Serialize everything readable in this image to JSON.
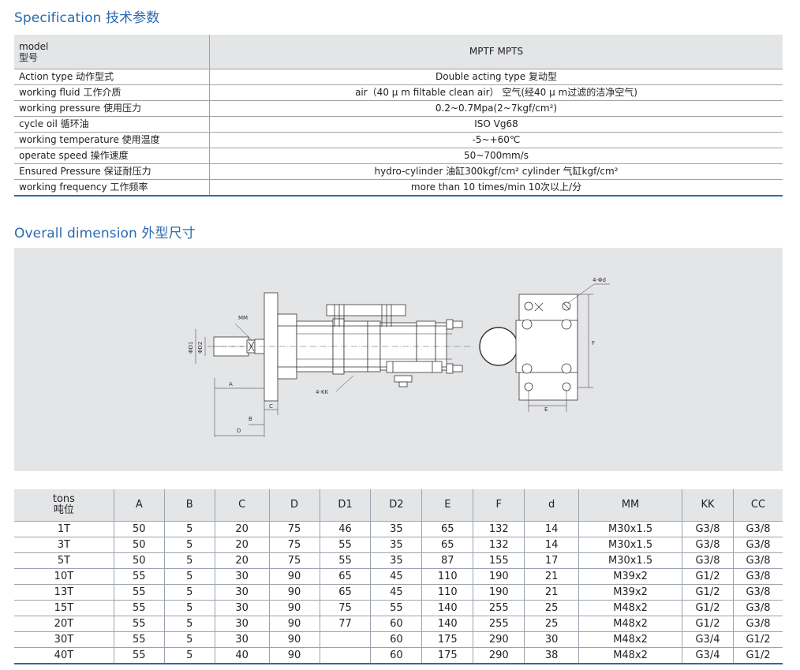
{
  "spec_title": "Specification 技术参数",
  "dimension_title": "Overall dimension 外型尺寸",
  "spec": {
    "header": {
      "label_en": "model",
      "label_cn": "型号",
      "value": "MPTF  MPTS"
    },
    "rows": [
      {
        "label": "Action type 动作型式",
        "value": "Double acting type 复动型"
      },
      {
        "label": "working fluid 工作介质",
        "value": "air（40 μ m filtable clean air） 空气(经40 μ m过滤的洁净空气)"
      },
      {
        "label": "working pressure 使用压力",
        "value": "0.2~0.7Mpa(2~7kgf/cm²)"
      },
      {
        "label": "cycle oil 循环油",
        "value": "ISO Vg68"
      },
      {
        "label": "working temperature 使用温度",
        "value": "-5~+60℃"
      },
      {
        "label": "operate speed 操作速度",
        "value": "50~700mm/s"
      },
      {
        "label": "Ensured Pressure 保证耐压力",
        "value": "hydro-cylinder 油缸300kgf/cm²   cylinder 气缸kgf/cm²"
      },
      {
        "label": "working frequency 工作频率",
        "value": "more than 10 times/min 10次以上/分"
      }
    ]
  },
  "drawing_labels": {
    "mm": "MM",
    "phi_d1": "ΦD1",
    "phi_d2": "ΦD2",
    "a": "A",
    "b": "B",
    "c": "C",
    "d": "D",
    "kk": "4-KK",
    "hole": "4-Φd",
    "e": "E",
    "f": "F"
  },
  "dimensions": {
    "header_first": {
      "en": "tons",
      "cn": "吨位"
    },
    "columns": [
      "A",
      "B",
      "C",
      "D",
      "D1",
      "D2",
      "E",
      "F",
      "d",
      "MM",
      "KK",
      "CC"
    ],
    "rows": [
      [
        "1T",
        "50",
        "5",
        "20",
        "75",
        "46",
        "35",
        "65",
        "132",
        "14",
        "M30x1.5",
        "G3/8",
        "G3/8"
      ],
      [
        "3T",
        "50",
        "5",
        "20",
        "75",
        "55",
        "35",
        "65",
        "132",
        "14",
        "M30x1.5",
        "G3/8",
        "G3/8"
      ],
      [
        "5T",
        "50",
        "5",
        "20",
        "75",
        "55",
        "35",
        "87",
        "155",
        "17",
        "M30x1.5",
        "G3/8",
        "G3/8"
      ],
      [
        "10T",
        "55",
        "5",
        "30",
        "90",
        "65",
        "45",
        "110",
        "190",
        "21",
        "M39x2",
        "G1/2",
        "G3/8"
      ],
      [
        "13T",
        "55",
        "5",
        "30",
        "90",
        "65",
        "45",
        "110",
        "190",
        "21",
        "M39x2",
        "G1/2",
        "G3/8"
      ],
      [
        "15T",
        "55",
        "5",
        "30",
        "90",
        "75",
        "55",
        "140",
        "255",
        "25",
        "M48x2",
        "G1/2",
        "G3/8"
      ],
      [
        "20T",
        "55",
        "5",
        "30",
        "90",
        "77",
        "60",
        "140",
        "255",
        "25",
        "M48x2",
        "G1/2",
        "G3/8"
      ],
      [
        "30T",
        "55",
        "5",
        "30",
        "90",
        "",
        "60",
        "175",
        "290",
        "30",
        "M48x2",
        "G3/4",
        "G1/2"
      ],
      [
        "40T",
        "55",
        "5",
        "40",
        "90",
        "",
        "60",
        "175",
        "290",
        "38",
        "M48x2",
        "G3/4",
        "G1/2"
      ]
    ]
  }
}
